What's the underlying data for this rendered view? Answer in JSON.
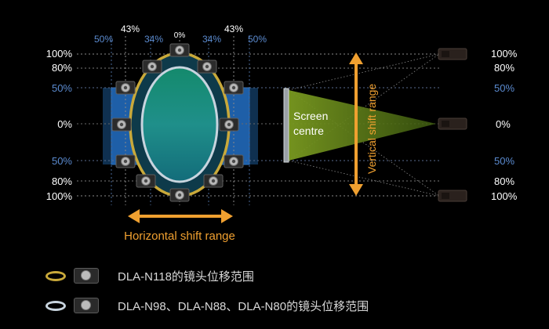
{
  "top_labels": {
    "h50_left": "50%",
    "h43_left": "43%",
    "h34_left": "34%",
    "h0": "0%",
    "h34_right": "34%",
    "h43_right": "43%",
    "h50_right": "50%"
  },
  "left_labels": {
    "v100_top": "100%",
    "v80_top": "80%",
    "v50_top": "50%",
    "v0": "0%",
    "v50_bottom": "50%",
    "v80_bottom": "80%",
    "v100_bottom": "100%"
  },
  "right_labels": {
    "v100_top": "100%",
    "v80_top": "80%",
    "v50_top": "50%",
    "v0": "0%",
    "v50_bottom": "50%",
    "v80_bottom": "80%",
    "v100_bottom": "100%"
  },
  "screen_label": [
    "Screen",
    "centre"
  ],
  "vertical_range_label": "Vertical shift range",
  "horizontal_range_label": "Horizontal shift range",
  "legend": [
    {
      "text": "DLA-N118的镜头位移范围",
      "ring_color": "#c9a93a"
    },
    {
      "text": "DLA-N98、DLA-N88、DLA-N80的镜头位移范围",
      "ring_color": "#c8d4de"
    }
  ],
  "colors": {
    "background": "#000000",
    "white_label": "#ffffff",
    "blue_label": "#5b8bd0",
    "arrow": "#f0a030",
    "shift_area_blue": "#1e5fa8",
    "ellipse_teal": "#1f8a7a",
    "ring_gold": "#c9a93a",
    "ring_silver": "#c8d4de",
    "beam": "#6a8a1a"
  },
  "icons": {
    "projector": "projector-icon",
    "screen": "projection-screen-icon",
    "arrow": "double-arrow-icon"
  }
}
